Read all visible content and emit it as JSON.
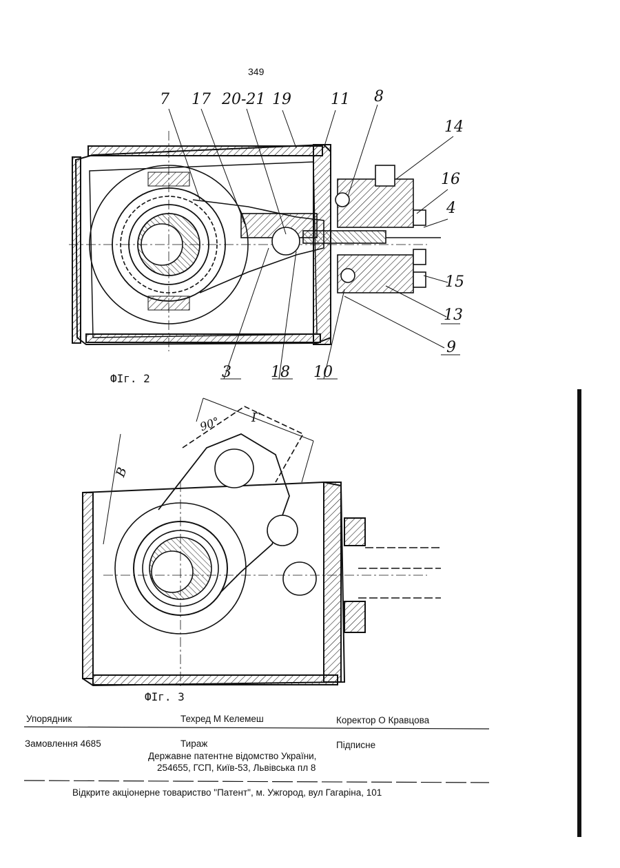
{
  "page": {
    "number": "349"
  },
  "figure2": {
    "caption": "ФІг. 2",
    "labels": {
      "l7": "7",
      "l17": "17",
      "l2021": "20-21",
      "l19": "19",
      "l11": "11",
      "l8": "8",
      "l14": "14",
      "l16": "16",
      "l4": "4",
      "l15": "15",
      "l13": "13",
      "l9": "9",
      "l3": "3",
      "l18": "18",
      "l10": "10"
    }
  },
  "figure3": {
    "caption": "ФІг. 3",
    "labels": {
      "angle": "90°",
      "dimB": "В",
      "dimG": "Г"
    }
  },
  "imprint": {
    "compiler": "Упорядник",
    "techred": "Техред М Келемеш",
    "corrector": "Коректор  О Кравцова",
    "order": "Замовлення  4685",
    "circulation": "Тираж",
    "subscription": "Підписне",
    "publisher_line1": "Державне  патентне  відомство  України,",
    "publisher_line2": "254655, ГСП, Київ-53, Львівська пл   8",
    "printer": "Відкрите акціонерне товариство \"Патент\", м. Ужгород, вул Гагаріна, 101"
  }
}
